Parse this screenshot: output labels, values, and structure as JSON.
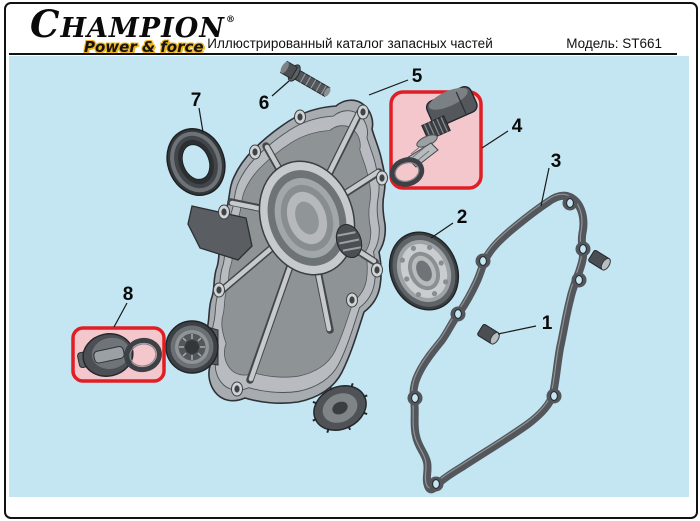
{
  "header": {
    "brand": "CHAMPION",
    "brand_reg": "®",
    "tagline": "Power & force",
    "tagline_accent_color": "#f0b51e",
    "title": "Иллюстрированный каталог запасных частей",
    "model": "Модель: ST661"
  },
  "diagram": {
    "background_color": "#c4e5f2",
    "highlight_fill_color": "#f4c7cc",
    "highlight_stroke_color": "#e01f24",
    "callouts": [
      "1",
      "2",
      "3",
      "4",
      "5",
      "6",
      "7",
      "8"
    ]
  }
}
